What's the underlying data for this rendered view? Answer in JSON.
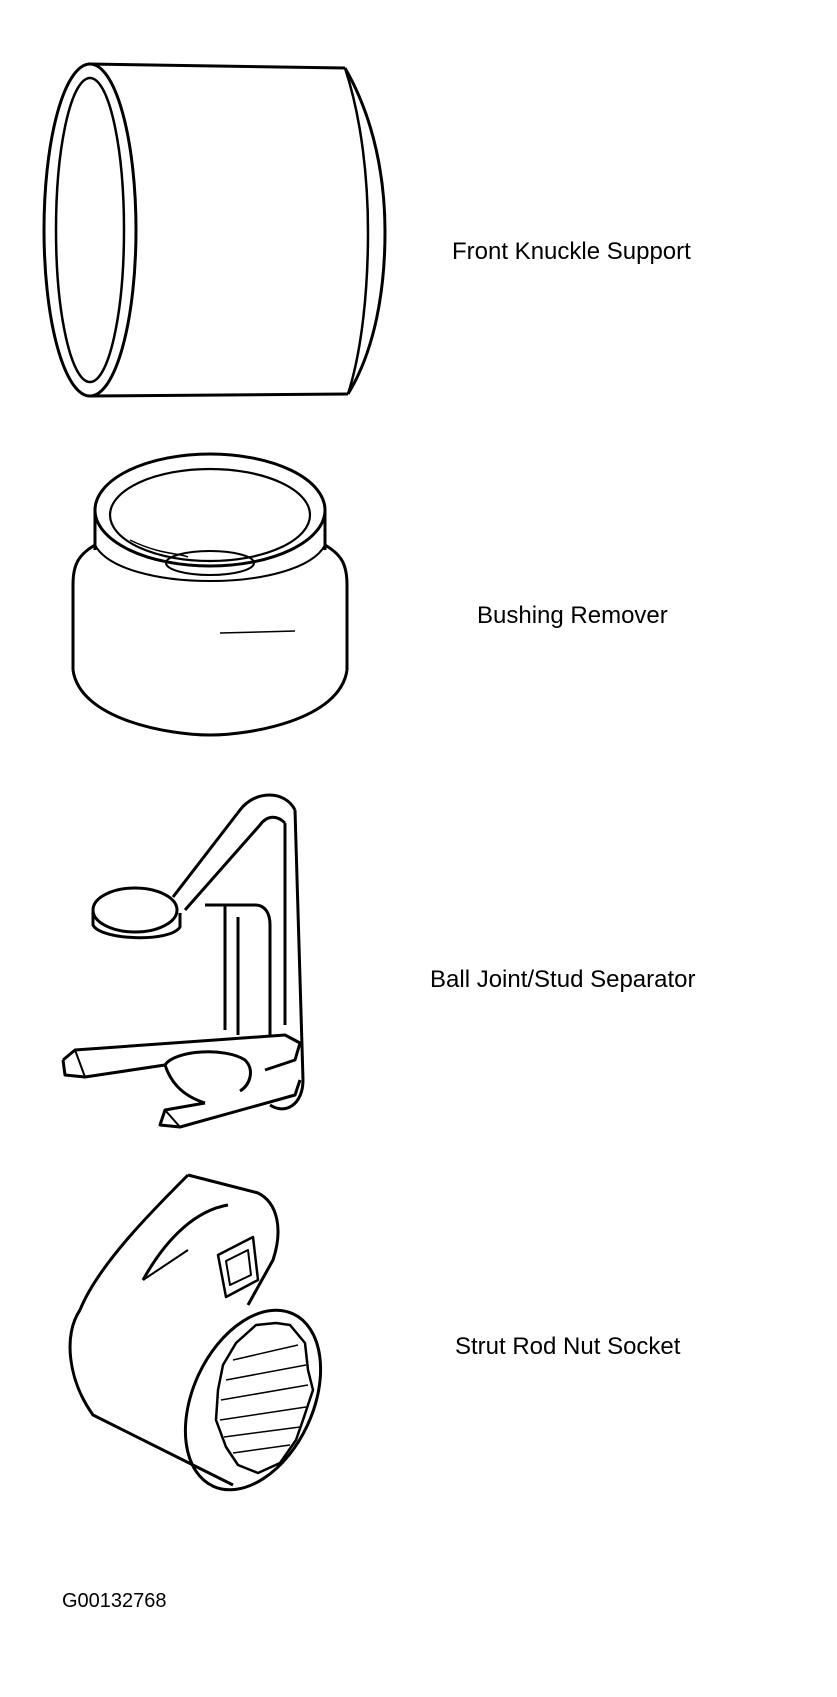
{
  "tools": [
    {
      "id": "front-knuckle-support",
      "label": "Front Knuckle Support",
      "icon": "sleeve-cylinder-icon"
    },
    {
      "id": "bushing-remover",
      "label": "Bushing Remover",
      "icon": "stepped-cup-icon"
    },
    {
      "id": "ball-joint-stud-separator",
      "label": "Ball Joint/Stud Separator",
      "icon": "fork-separator-icon"
    },
    {
      "id": "strut-rod-nut-socket",
      "label": "Strut Rod Nut Socket",
      "icon": "offset-socket-icon"
    }
  ],
  "figure_id": "G00132768",
  "colors": {
    "line": "#000000",
    "background": "#ffffff"
  }
}
